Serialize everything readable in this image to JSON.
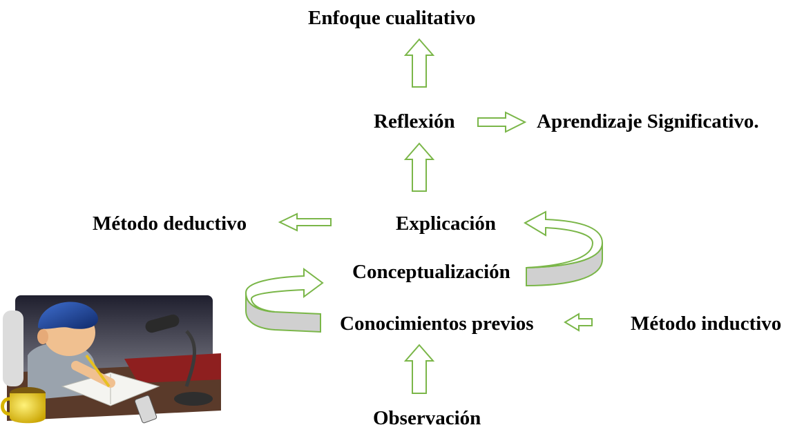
{
  "diagram": {
    "labels": {
      "enfoque": "Enfoque cualitativo",
      "reflexion": "Reflexión",
      "aprendizaje": "Aprendizaje Significativo.",
      "metodo_deductivo": "Método deductivo",
      "explicacion": "Explicación",
      "conceptualizacion": "Conceptualización",
      "conocimientos": "Conocimientos previos",
      "metodo_inductivo": "Método inductivo",
      "observacion": "Observación"
    }
  },
  "colors": {
    "arrow_stroke": "#7ab648",
    "arrow_fill": "#ffffff",
    "curved_arrow_shade": "#d0d0d0",
    "text": "#000000"
  },
  "illustration": {
    "icon": "student-studying-clipart"
  }
}
